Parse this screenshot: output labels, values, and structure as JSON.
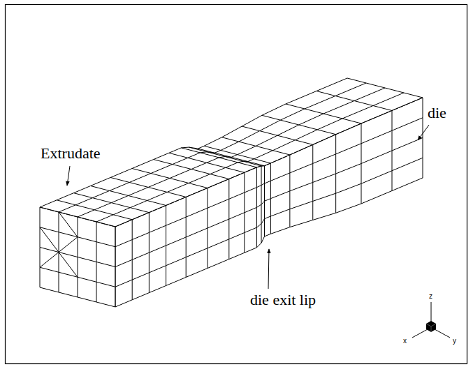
{
  "diagram": {
    "labels": [
      "Extrudate",
      "die exit lip",
      "die",
      "z",
      "x",
      "y"
    ]
  }
}
